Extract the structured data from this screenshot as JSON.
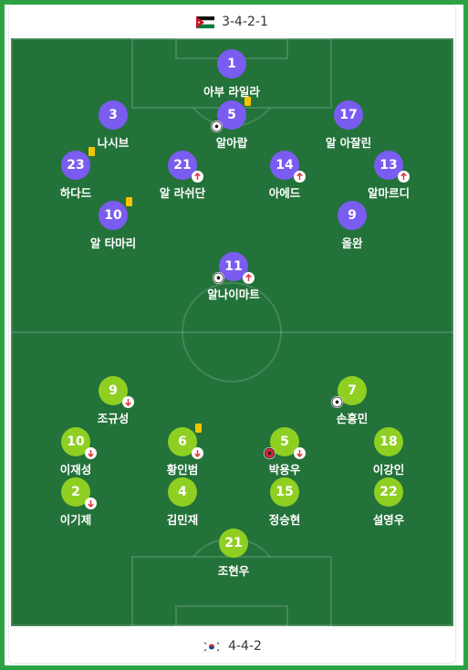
{
  "home": {
    "formation": "3-4-2-1",
    "flag_icon": "jordan-flag-icon",
    "players": [
      {
        "number": "1",
        "name": "아부 라일라",
        "events": []
      },
      {
        "number": "5",
        "name": "알아랍",
        "events": [
          "yellow-card",
          "goal"
        ]
      },
      {
        "number": "3",
        "name": "나시브",
        "events": []
      },
      {
        "number": "17",
        "name": "알 아잘린",
        "events": []
      },
      {
        "number": "23",
        "name": "하다드",
        "events": [
          "yellow-card"
        ]
      },
      {
        "number": "21",
        "name": "알 라쉬단",
        "events": [
          "sub-in"
        ]
      },
      {
        "number": "14",
        "name": "아에드",
        "events": [
          "sub-in"
        ]
      },
      {
        "number": "13",
        "name": "알마르디",
        "events": [
          "sub-in"
        ]
      },
      {
        "number": "10",
        "name": "알 타마리",
        "events": [
          "yellow-card"
        ]
      },
      {
        "number": "9",
        "name": "올완",
        "events": []
      },
      {
        "number": "11",
        "name": "알나이마트",
        "events": [
          "goal",
          "sub-in"
        ]
      }
    ]
  },
  "away": {
    "formation": "4-4-2",
    "flag_icon": "south-korea-flag-icon",
    "players": [
      {
        "number": "9",
        "name": "조규성",
        "events": [
          "sub-out"
        ]
      },
      {
        "number": "7",
        "name": "손흥민",
        "events": [
          "goal"
        ]
      },
      {
        "number": "10",
        "name": "이재성",
        "events": [
          "sub-out"
        ]
      },
      {
        "number": "6",
        "name": "황인범",
        "events": [
          "yellow-card",
          "sub-out"
        ]
      },
      {
        "number": "5",
        "name": "박용우",
        "events": [
          "own-goal",
          "sub-out"
        ]
      },
      {
        "number": "18",
        "name": "이강인",
        "events": []
      },
      {
        "number": "2",
        "name": "이기제",
        "events": [
          "sub-out"
        ]
      },
      {
        "number": "4",
        "name": "김민재",
        "events": []
      },
      {
        "number": "15",
        "name": "정승현",
        "events": []
      },
      {
        "number": "22",
        "name": "설영우",
        "events": []
      },
      {
        "number": "21",
        "name": "조현우",
        "events": []
      }
    ]
  },
  "colors": {
    "home_disc": "#7a5cf0",
    "away_disc": "#8fcf22",
    "pitch": "#23723a",
    "yellow_card": "#f5c400",
    "sub_in": "#e0393e",
    "own_goal": "#d42a3a"
  }
}
